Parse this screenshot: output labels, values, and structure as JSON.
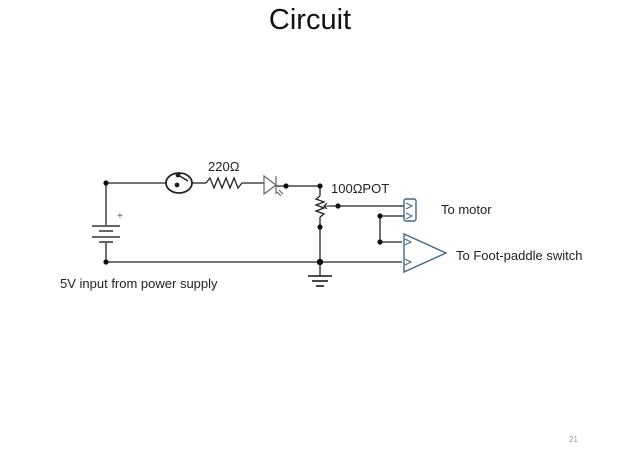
{
  "slide": {
    "title": "Circuit",
    "page_number": "21"
  },
  "diagram": {
    "type": "circuit-schematic",
    "labels": {
      "resistor": "220Ω",
      "potentiometer": "100ΩPOT",
      "motor_output": "To motor",
      "switch_output": "To Foot-paddle switch",
      "power_input": "5V input from power supply",
      "battery_polarity": "+"
    },
    "components": [
      {
        "id": "battery",
        "kind": "dc-source",
        "label": "5V input from power supply"
      },
      {
        "id": "switch",
        "kind": "push-switch"
      },
      {
        "id": "resistor",
        "kind": "resistor",
        "value": "220Ω"
      },
      {
        "id": "led",
        "kind": "led"
      },
      {
        "id": "pot",
        "kind": "potentiometer",
        "value": "100Ω"
      },
      {
        "id": "motor-connector",
        "kind": "connector",
        "label": "To motor"
      },
      {
        "id": "amplifier",
        "kind": "op-amp",
        "label": "To Foot-paddle switch"
      },
      {
        "id": "ground",
        "kind": "ground"
      }
    ],
    "colors": {
      "wire": "#222222",
      "accent": "#3d6a8e"
    }
  }
}
